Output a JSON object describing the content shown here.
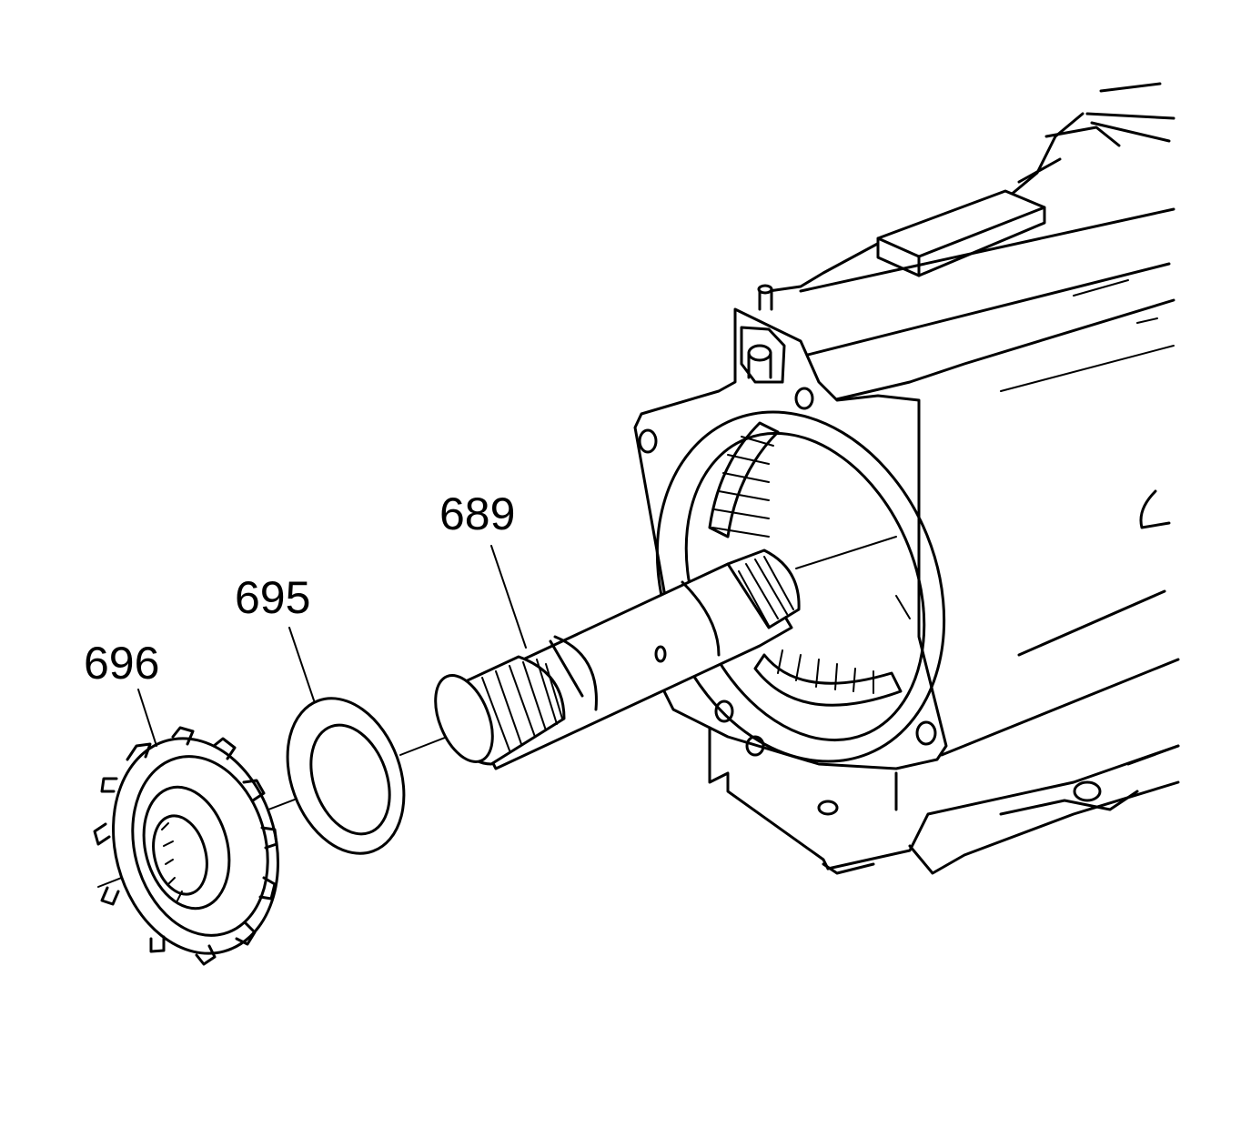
{
  "diagram": {
    "callouts": [
      {
        "id": "696",
        "label": "696"
      },
      {
        "id": "695",
        "label": "695"
      },
      {
        "id": "689",
        "label": "689"
      }
    ],
    "colors": {
      "line": "#000000",
      "background": "#ffffff"
    }
  }
}
